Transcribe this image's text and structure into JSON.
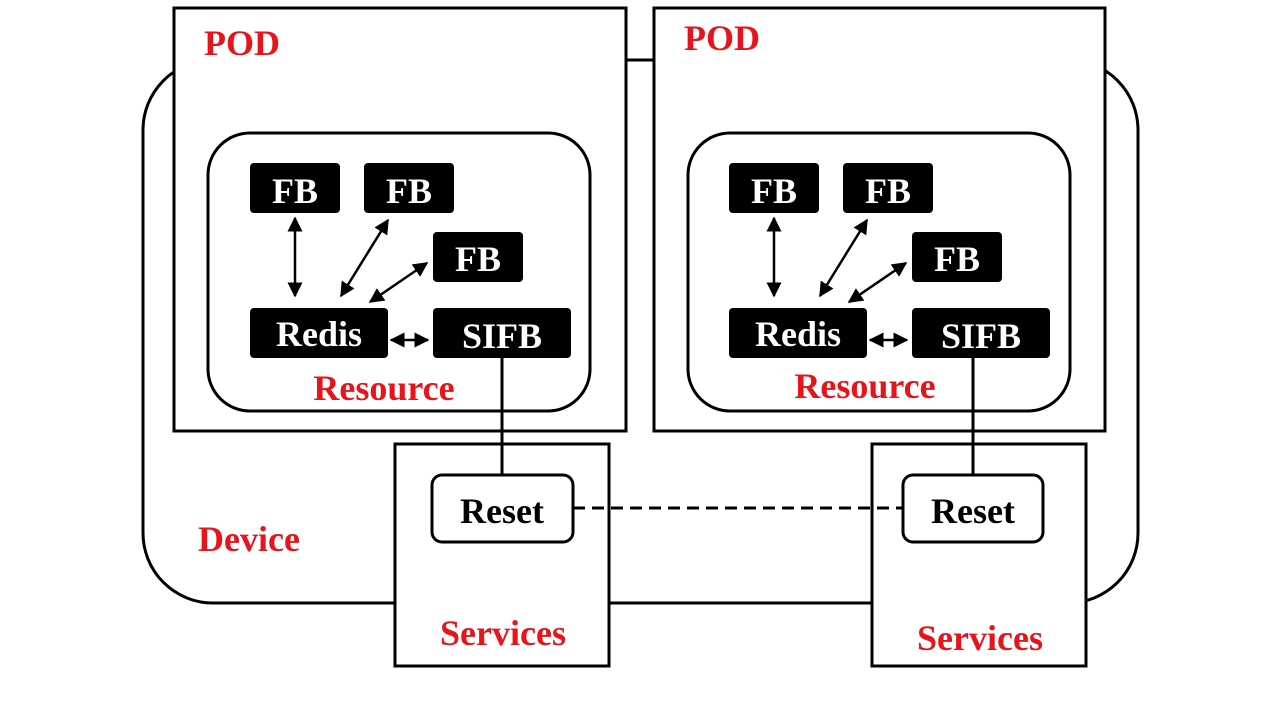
{
  "colors": {
    "label_red": "#e8141b",
    "box_black": "#000000",
    "background": "#ffffff"
  },
  "device": {
    "label": "Device"
  },
  "pods": [
    {
      "label": "POD",
      "resource": {
        "label": "Resource",
        "fb_blocks": [
          "FB",
          "FB",
          "FB"
        ],
        "redis": "Redis",
        "sifb": "SIFB"
      },
      "services": {
        "label": "Services",
        "reset": "Reset"
      }
    },
    {
      "label": "POD",
      "resource": {
        "label": "Resource",
        "fb_blocks": [
          "FB",
          "FB",
          "FB"
        ],
        "redis": "Redis",
        "sifb": "SIFB"
      },
      "services": {
        "label": "Services",
        "reset": "Reset"
      }
    }
  ]
}
